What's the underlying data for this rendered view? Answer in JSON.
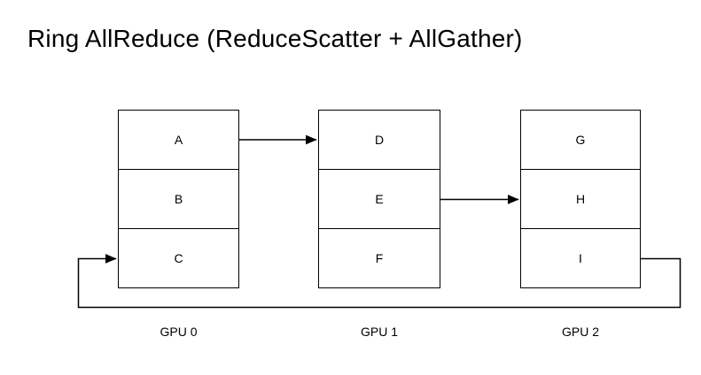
{
  "title": "Ring AllReduce (ReduceScatter + AllGather)",
  "gpus": [
    {
      "label": "GPU 0",
      "cells": [
        "A",
        "B",
        "C"
      ]
    },
    {
      "label": "GPU 1",
      "cells": [
        "D",
        "E",
        "F"
      ]
    },
    {
      "label": "GPU 2",
      "cells": [
        "G",
        "H",
        "I"
      ]
    }
  ],
  "edges": [
    {
      "from": "GPU 0 cell A",
      "to": "GPU 1 cell D",
      "type": "straight-arrow"
    },
    {
      "from": "GPU 1 cell E",
      "to": "GPU 2 cell H",
      "type": "straight-arrow"
    },
    {
      "from": "GPU 2 cell I",
      "to": "GPU 0 cell C",
      "type": "ring-wraparound-arrow"
    }
  ],
  "colors": {
    "background": "#ffffff",
    "line": "#000000",
    "text": "#000000"
  }
}
